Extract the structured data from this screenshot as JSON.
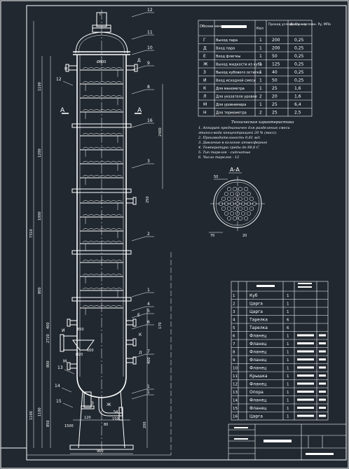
{
  "colors": {
    "background": "#212830",
    "lines": "#ffffff",
    "redacted": "#ffffff"
  },
  "nozzle_table": {
    "headers": [
      "Обозна чение",
      "",
      "Кол",
      "Проход условн. Dу, мм",
      "Давлен. условн. Ру, МПа"
    ],
    "rows": [
      {
        "mark": "Г",
        "name": "Выход пара",
        "qty": "1",
        "dn": "200",
        "pn": "0,25"
      },
      {
        "mark": "Д",
        "name": "Вход пара",
        "qty": "1",
        "dn": "200",
        "pn": "0,25"
      },
      {
        "mark": "Е",
        "name": "Вход флегмы",
        "qty": "1",
        "dn": "50",
        "pn": "0,25"
      },
      {
        "mark": "Ж",
        "name": "Выход жидкости из куба",
        "qty": "1",
        "dn": "125",
        "pn": "0,25"
      },
      {
        "mark": "З",
        "name": "Выход кубового остатка",
        "qty": "1",
        "dn": "40",
        "pn": "0,25"
      },
      {
        "mark": "И",
        "name": "Вход исходной смеси",
        "qty": "1",
        "dn": "50",
        "pn": "0,25"
      },
      {
        "mark": "К",
        "name": "Для манометра",
        "qty": "1",
        "dn": "25",
        "pn": "1,6"
      },
      {
        "mark": "Л",
        "name": "Для указателя уровня",
        "qty": "2",
        "dn": "20",
        "pn": "1,6"
      },
      {
        "mark": "М",
        "name": "Для уровнемера",
        "qty": "1",
        "dn": "25",
        "pn": "6,4"
      },
      {
        "mark": "Н",
        "name": "Для термометра",
        "qty": "2",
        "dn": "25",
        "pn": "2,5"
      }
    ]
  },
  "tech": {
    "title": "Техническая характеристика",
    "lines": [
      "1. Аппарат предназначен для разделения смеси",
      "этанол-вода концентрацией 20 % (масс).",
      "2. Производительность 0,61 м/с",
      "3. Давление в колонне атмосферное",
      "4. Температура среды до 98,6 С",
      "5. Тип тарелок - ситчатые",
      "6. Число тарелок - 12"
    ]
  },
  "section_label": "А-А",
  "section_dims": [
    "50",
    "70",
    "20"
  ],
  "spec_table": {
    "rows": [
      {
        "pos": "1",
        "name": "Куб",
        "qty": "1"
      },
      {
        "pos": "2",
        "name": "Царга",
        "qty": "1"
      },
      {
        "pos": "3",
        "name": "Царга",
        "qty": "1"
      },
      {
        "pos": "4",
        "name": "Тарелка",
        "qty": "6"
      },
      {
        "pos": "5",
        "name": "Тарелка",
        "qty": "6"
      },
      {
        "pos": "6",
        "name": "Фланец",
        "qty": "1"
      },
      {
        "pos": "7",
        "name": "Фланец",
        "qty": "1"
      },
      {
        "pos": "8",
        "name": "Фланец",
        "qty": "1"
      },
      {
        "pos": "9",
        "name": "Фланец",
        "qty": "1"
      },
      {
        "pos": "10",
        "name": "Фланец",
        "qty": "1"
      },
      {
        "pos": "11",
        "name": "Крышка",
        "qty": "1"
      },
      {
        "pos": "12",
        "name": "Фланец",
        "qty": "1"
      },
      {
        "pos": "13",
        "name": "Опора",
        "qty": "1"
      },
      {
        "pos": "14",
        "name": "Фланец",
        "qty": "1"
      },
      {
        "pos": "15",
        "name": "Фланец",
        "qty": "1"
      },
      {
        "pos": "16",
        "name": "Царга",
        "qty": "1"
      }
    ]
  },
  "drawing": {
    "nozzle_marks": [
      "Г",
      "Д",
      "Е",
      "Ж",
      "З",
      "И",
      "К",
      "Л",
      "М",
      "Н"
    ],
    "leaders_right": [
      "12",
      "11",
      "10",
      "9",
      "8",
      "16",
      "3",
      "2",
      "1",
      "4",
      "5",
      "6",
      "7",
      "1",
      "1"
    ],
    "leaders_left": [
      "12",
      "13",
      "14",
      "15"
    ],
    "section_letter": "А",
    "dims_left": [
      "7310",
      "1100",
      "1200",
      "1000",
      "800",
      "2720",
      "1100",
      "400",
      "800",
      "850",
      "1100"
    ],
    "dims_right": [
      "2400",
      "250",
      "400",
      "170",
      "200"
    ],
    "dims_misc": [
      "Ø800",
      "600",
      "850",
      "Ø20",
      "960",
      "80",
      "1500",
      "120",
      "150",
      "54"
    ]
  }
}
